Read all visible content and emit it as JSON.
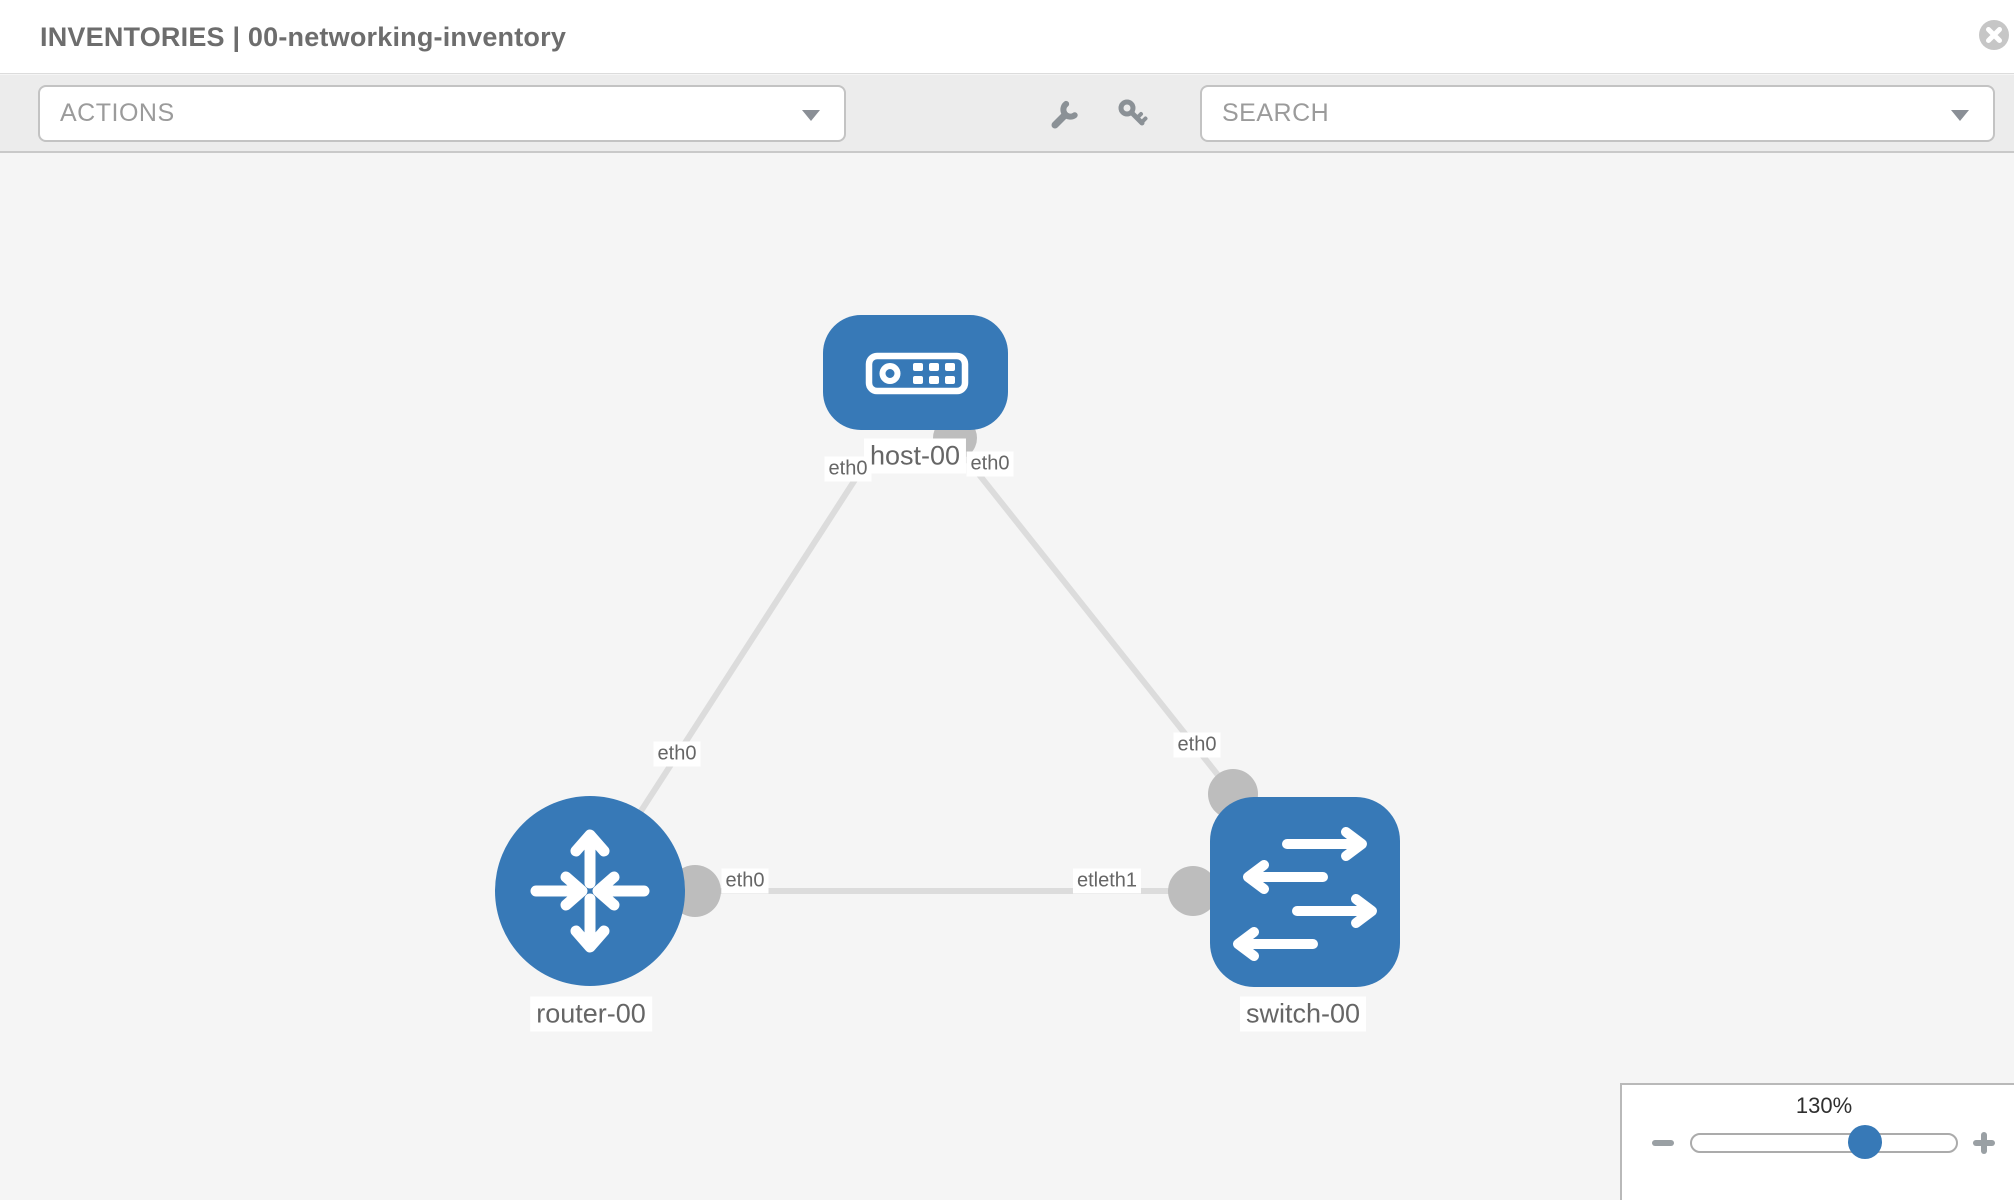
{
  "header": {
    "title": "INVENTORIES | 00-networking-inventory"
  },
  "toolbar": {
    "actions_label": "ACTIONS",
    "search_placeholder": "SEARCH",
    "icons": [
      "wrench-icon",
      "key-icon"
    ]
  },
  "topology": {
    "nodes": [
      {
        "id": "host-00",
        "label": "host-00",
        "type": "host",
        "shape": "rounded-rect",
        "icon": "server-icon",
        "color": "#3779b7"
      },
      {
        "id": "router-00",
        "label": "router-00",
        "type": "router",
        "shape": "circle",
        "icon": "router-arrows-icon",
        "color": "#3779b7"
      },
      {
        "id": "switch-00",
        "label": "switch-00",
        "type": "switch",
        "shape": "rounded-square",
        "icon": "switch-arrows-icon",
        "color": "#3779b7"
      }
    ],
    "links": [
      {
        "from": "host-00",
        "to": "router-00",
        "from_interface": "eth0",
        "to_interface": "eth0"
      },
      {
        "from": "host-00",
        "to": "switch-00",
        "from_interface": "eth0",
        "to_interface": "eth0"
      },
      {
        "from": "router-00",
        "to": "switch-00",
        "from_interface": "eth0",
        "to_interface_visible_text": "etleth1"
      }
    ]
  },
  "labels": {
    "host_name": "host-00",
    "router_name": "router-00",
    "switch_name": "switch-00",
    "host_left_iface": "eth0",
    "host_right_iface": "eth0",
    "link_host_router_iface": "eth0",
    "link_host_switch_iface": "eth0",
    "link_mid_router_iface": "eth0",
    "link_mid_switch_iface": "etleth1"
  },
  "zoom_control": {
    "value": "130%"
  },
  "colors": {
    "node_blue": "#3779b7",
    "link_gray": "#dcdcdc",
    "connector_gray": "#bdbdbd",
    "canvas_bg": "#f5f5f5",
    "toolbar_bg": "#ececec",
    "label_text": "#666666",
    "title_text": "#6d6d6d",
    "control_text": "#9b9b9b",
    "icon_gray": "#8b9196"
  }
}
